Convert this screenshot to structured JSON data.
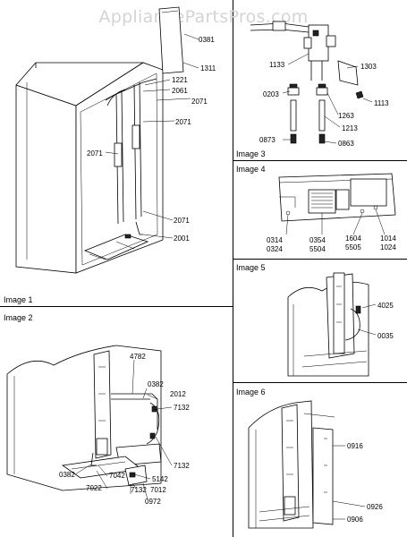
{
  "watermark": "AppliancePartsPros.com",
  "panels": {
    "image1": "Image 1",
    "image2": "Image 2",
    "image3": "Image 3",
    "image4": "Image 4",
    "image5": "Image 5",
    "image6": "Image 6"
  },
  "callouts": {
    "c0381": "0381",
    "c1311": "1311",
    "c1221": "1221",
    "c2061": "2061",
    "c2071a": "2071",
    "c2071b": "2071",
    "c2071c": "2071",
    "c2071d": "2071",
    "c2001": "2001",
    "c1303": "1303",
    "c1133": "1133",
    "c0203": "0203",
    "c1113": "1113",
    "c1263": "1263",
    "c1213": "1213",
    "c0873": "0873",
    "c0863": "0863",
    "c0314": "0314",
    "c0324": "0324",
    "c0354": "0354",
    "c5504": "5504",
    "c1604": "1604",
    "c5505": "5505",
    "c1014": "1014",
    "c1024": "1024",
    "c4025": "4025",
    "c0035": "0035",
    "c4782": "4782",
    "c0382a": "0382",
    "c2012": "2012",
    "c7132a": "7132",
    "c7132b": "7132",
    "c7132c": "7132",
    "c0382b": "0382",
    "c7042": "7042",
    "c5142": "5142",
    "c7022": "7022",
    "c7012": "7012",
    "c0972": "0972",
    "c0916": "0916",
    "c0926": "0926",
    "c0906": "0906"
  }
}
